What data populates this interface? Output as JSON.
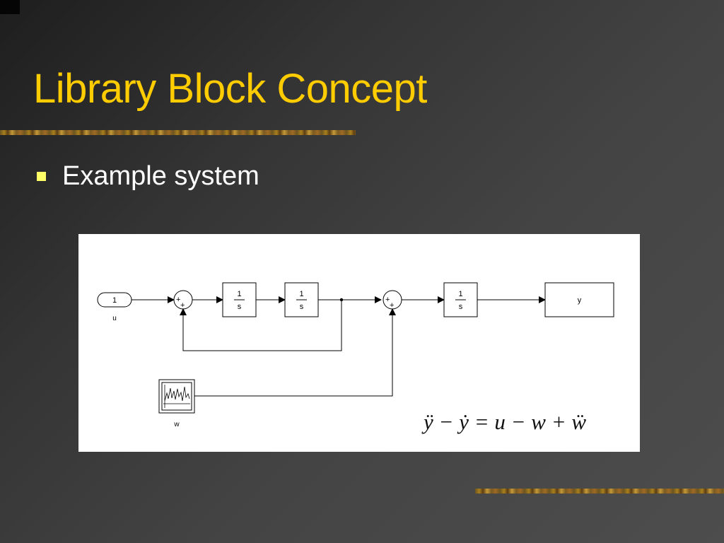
{
  "slide": {
    "title": "Library Block Concept",
    "bullet": "Example system"
  },
  "diagram": {
    "inport": {
      "number": "1",
      "name": "u"
    },
    "sum1": {
      "signs": [
        "+",
        "+"
      ]
    },
    "integrators": [
      {
        "numerator": "1",
        "denominator": "s"
      },
      {
        "numerator": "1",
        "denominator": "s"
      },
      {
        "numerator": "1",
        "denominator": "s"
      }
    ],
    "sum2": {
      "signs": [
        "+",
        "+"
      ]
    },
    "output": {
      "label": "y"
    },
    "noise_source": {
      "name": "w"
    },
    "equation": "ÿ − ẏ  =  u − w + ẅ"
  },
  "colors": {
    "title": "#ffcc00",
    "bullet": "#ffff66",
    "text": "#ffffff"
  }
}
